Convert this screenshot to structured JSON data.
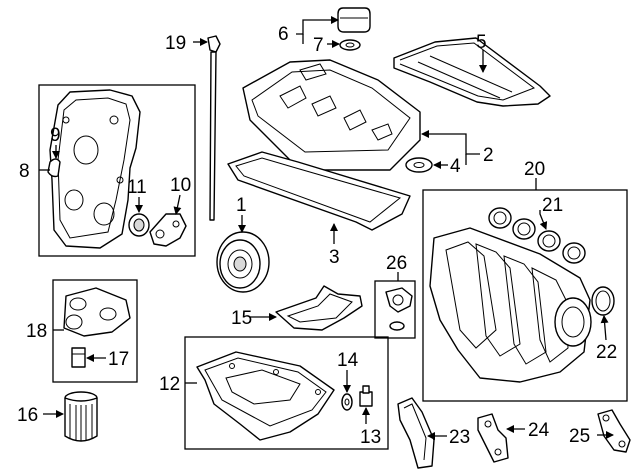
{
  "callouts": {
    "c1": "1",
    "c2": "2",
    "c3": "3",
    "c4": "4",
    "c5": "5",
    "c6": "6",
    "c7": "7",
    "c8": "8",
    "c9": "9",
    "c10": "10",
    "c11": "11",
    "c12": "12",
    "c13": "13",
    "c14": "14",
    "c15": "15",
    "c16": "16",
    "c17": "17",
    "c18": "18",
    "c19": "19",
    "c20": "20",
    "c21": "21",
    "c22": "22",
    "c23": "23",
    "c24": "24",
    "c25": "25",
    "c26": "26"
  },
  "colors": {
    "line": "#000000",
    "background": "#ffffff",
    "shade": "#d9d9d9"
  }
}
